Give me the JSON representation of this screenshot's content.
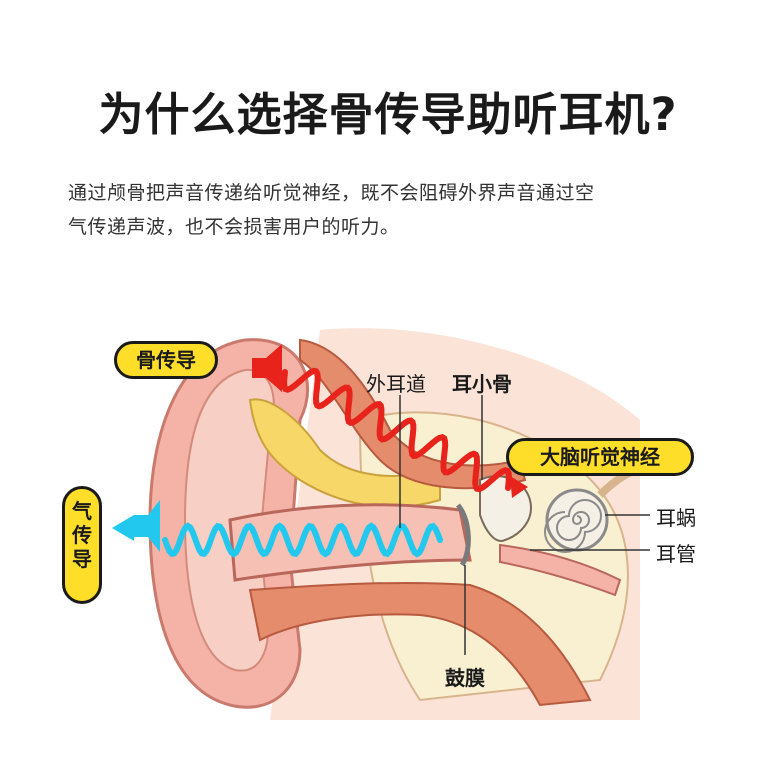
{
  "title": "为什么选择骨传导助听耳机?",
  "description": {
    "line1": "通过颅骨把声音传递给听觉神经，既不会阻碍外界声音通过空",
    "line2": "气传递声波，也不会损害用户的听力。"
  },
  "labels": {
    "bone_conduction": "骨传导",
    "air_conduction": [
      "气",
      "传",
      "导"
    ],
    "outer_ear_canal": "外耳道",
    "ossicles": "耳小骨",
    "auditory_nerve": "大脑听觉神经",
    "cochlea": "耳蜗",
    "ear_tube": "耳管",
    "eardrum": "鼓膜"
  },
  "colors": {
    "bone_wave": "#e8231c",
    "air_wave": "#22c8ee",
    "label_bg": "#ffde2a",
    "skin": "#f6c2b6"
  }
}
